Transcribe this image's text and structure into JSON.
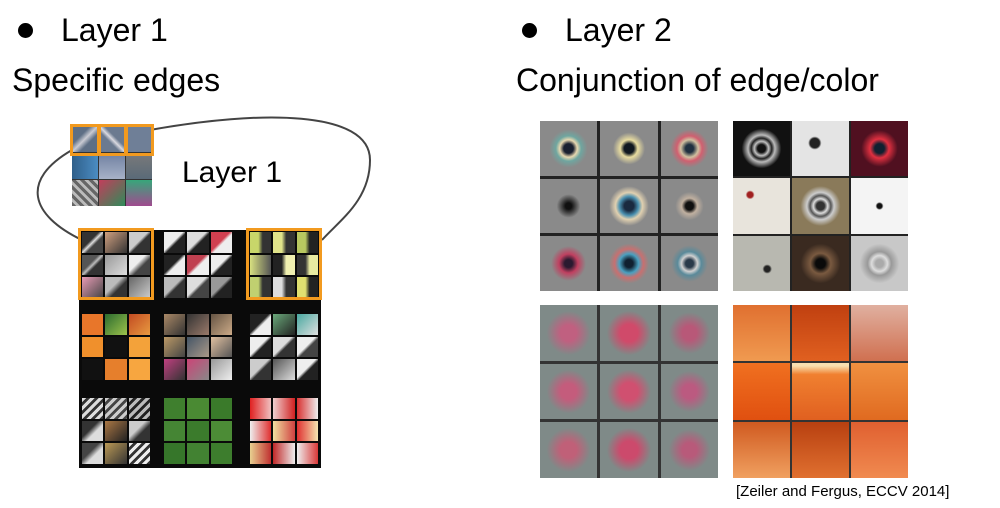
{
  "left": {
    "bullet_label": "Layer 1",
    "subtitle": "Specific edges",
    "inset_label": "Layer 1"
  },
  "right": {
    "bullet_label": "Layer 2",
    "subtitle": "Conjunction of edge/color"
  },
  "citation": "[Zeiler and Fergus, ECCV 2014]",
  "colors": {
    "highlight": "#f29a1f",
    "panel_dark": "#0a0a0a",
    "viz_gray": "#8a8a8a"
  }
}
